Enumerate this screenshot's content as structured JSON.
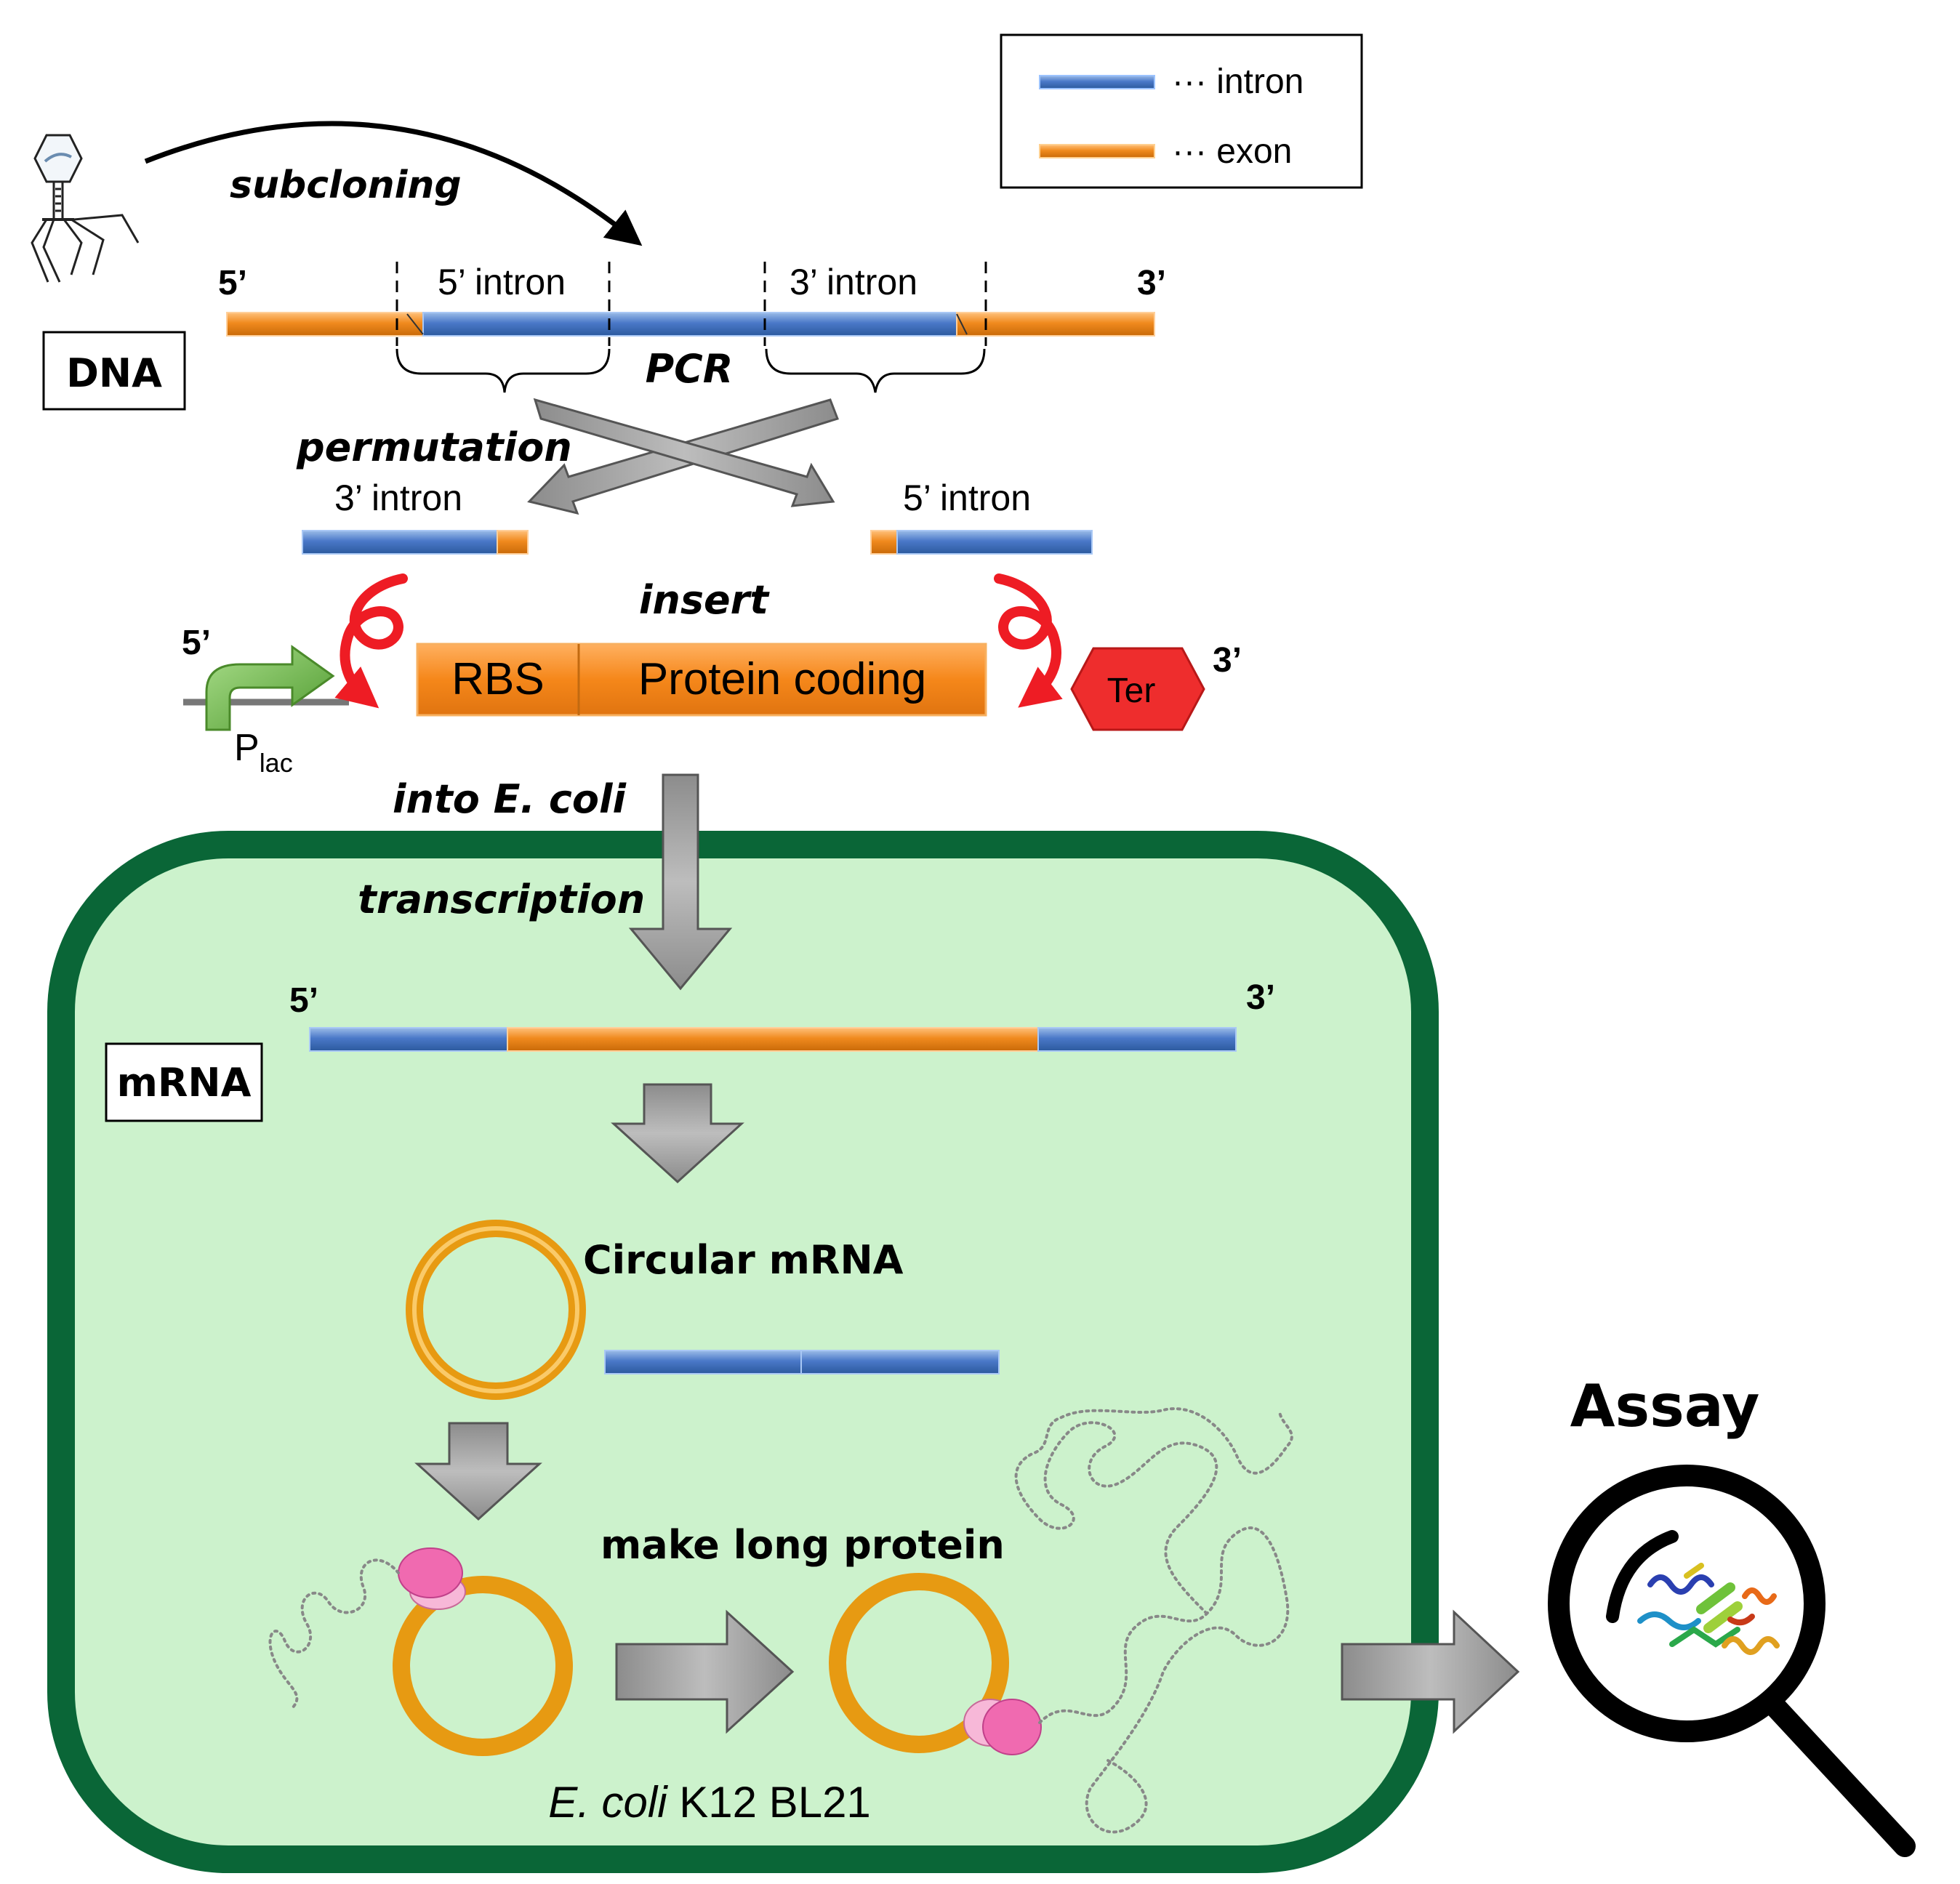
{
  "colors": {
    "intron": "#4a78c8",
    "exon": "#f08a1e",
    "cell_border": "#0a6637",
    "cell_fill": "#ccf2cc",
    "arrow_gray": "#a6a6a6",
    "promoter_green": "#6fb84a",
    "terminator_red": "#ee2d2d",
    "loop_red": "#ee1c24",
    "ribosome_pink": "#f06ab0",
    "ribosome_light": "#f7b8d8",
    "ring_gold": "#e79a12"
  },
  "legend": {
    "intron_label": "··· intron",
    "exon_label": "··· exon"
  },
  "labels": {
    "subcloning": "subcloning",
    "dna": "DNA",
    "five_prime": "5’",
    "three_prime": "3’",
    "five_intron": "5’ intron",
    "three_intron": "3’ intron",
    "pcr": "PCR",
    "permutation": "permutation",
    "insert": "insert",
    "rbs": "RBS",
    "protein_coding": "Protein coding",
    "ter": "Ter",
    "promoter_p": "P",
    "promoter_sub": "lac",
    "into_prefix": "into ",
    "into_species": "E. coli",
    "transcription": "transcription",
    "mrna": "mRNA",
    "circular_mrna": "Circular mRNA",
    "make_long_protein": "make long protein",
    "strain_species": "E. coli",
    "strain_name": " K12 BL21",
    "assay": "Assay"
  },
  "icons": {
    "phage": "bacteriophage-icon",
    "magnifier": "magnifying-glass-icon",
    "protein_structure": "protein-structure-icon",
    "ribosome": "ribosome-icon"
  }
}
